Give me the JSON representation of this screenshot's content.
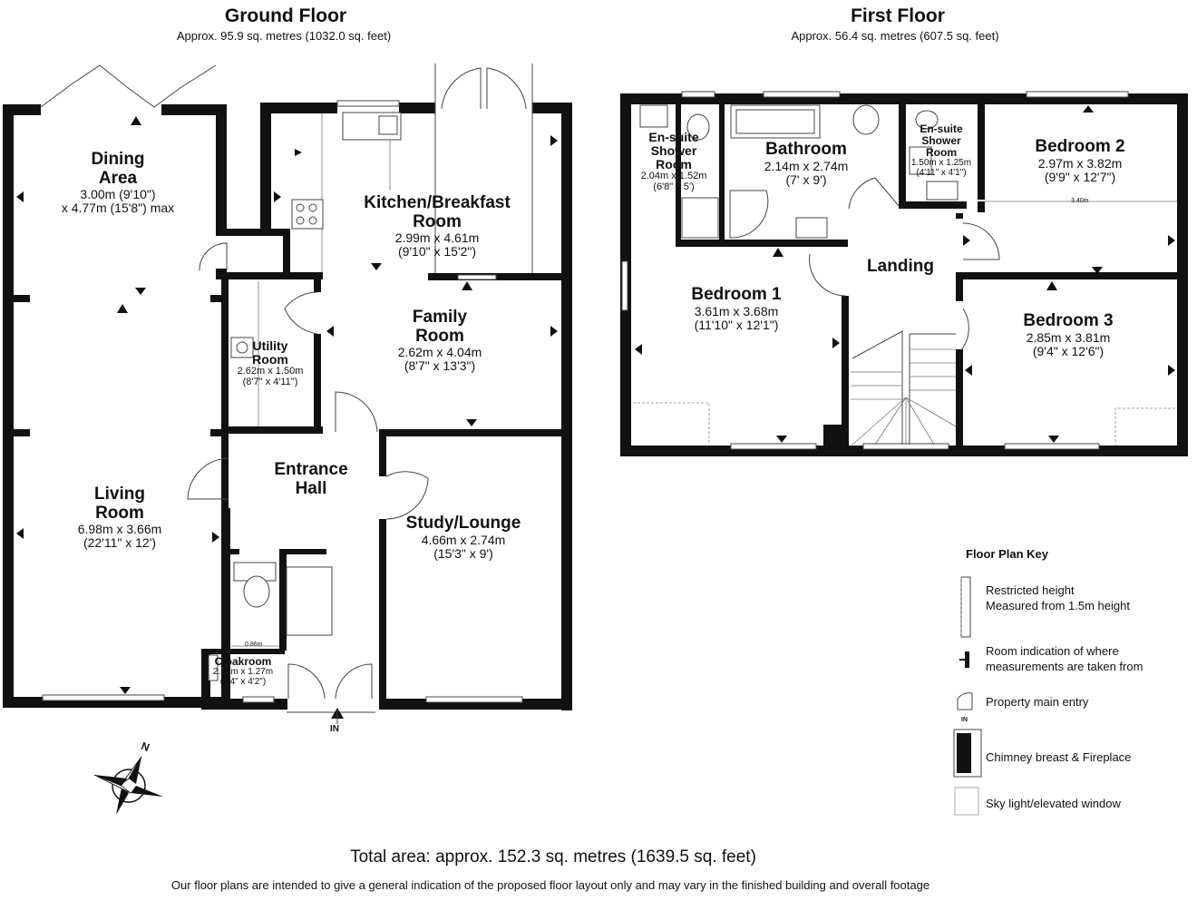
{
  "ground_floor": {
    "title": "Ground Floor",
    "area": "Approx. 95.9 sq. metres (1032.0 sq. feet)",
    "rooms": [
      {
        "name_l1": "Dining",
        "name_l2": "Area",
        "dim_l1": "3.00m (9'10\")",
        "dim_l2": "x 4.77m (15'8\") max"
      },
      {
        "name_l1": "Kitchen/Breakfast",
        "name_l2": "Room",
        "dim_l1": "2.99m x 4.61m",
        "dim_l2": "(9'10\" x 15'2\")"
      },
      {
        "name_l1": "Family",
        "name_l2": "Room",
        "dim_l1": "2.62m x 4.04m",
        "dim_l2": "(8'7\" x 13'3\")"
      },
      {
        "name_l1": "Utility",
        "name_l2": "Room",
        "dim_l1": "2.62m x 1.50m",
        "dim_l2": "(8'7\" x 4'11\")"
      },
      {
        "name_l1": "Entrance",
        "name_l2": "Hall"
      },
      {
        "name_l1": "Living",
        "name_l2": "Room",
        "dim_l1": "6.98m x 3.66m",
        "dim_l2": "(22'11\" x 12')"
      },
      {
        "name_l1": "Study/Lounge",
        "dim_l1": "4.66m x 2.74m",
        "dim_l2": "(15'3\" x 9')"
      },
      {
        "name_l1": "Cloakroom",
        "dim_l1": "2.24m x 1.27m",
        "dim_l2": "(7'4\" x 4'2\")"
      }
    ],
    "cloak_measure": "0.86m",
    "entry_label": "IN"
  },
  "first_floor": {
    "title": "First Floor",
    "area": "Approx. 56.4 sq. metres (607.5 sq. feet)",
    "rooms": [
      {
        "name_l1": "En-suite",
        "name_l2": "Shower",
        "name_l3": "Room",
        "dim_l1": "2.04m x 1.52m",
        "dim_l2": "(6'8\" x 5')"
      },
      {
        "name_l1": "Bathroom",
        "dim_l1": "2.14m x 2.74m",
        "dim_l2": "(7' x 9')"
      },
      {
        "name_l1": "En-suite",
        "name_l2": "Shower",
        "name_l3": "Room",
        "dim_l1": "1.50m x 1.25m",
        "dim_l2": "(4'11\" x 4'1\")"
      },
      {
        "name_l1": "Bedroom 2",
        "dim_l1": "2.97m x 3.82m",
        "dim_l2": "(9'9\" x 12'7\")"
      },
      {
        "name_l1": "Bedroom 1",
        "dim_l1": "3.61m x 3.68m",
        "dim_l2": "(11'10\" x 12'1\")"
      },
      {
        "name_l1": "Landing"
      },
      {
        "name_l1": "Bedroom 3",
        "dim_l1": "2.85m x 3.81m",
        "dim_l2": "(9'4\" x 12'6\")"
      }
    ],
    "bed2_measure": "3.40m"
  },
  "key": {
    "title": "Floor Plan Key",
    "items": [
      {
        "icon": "restricted-height-icon",
        "l1": "Restricted height",
        "l2": "Measured from 1.5m height"
      },
      {
        "icon": "room-indication-icon",
        "l1": "Room indication of where",
        "l2": "measurements are taken from"
      },
      {
        "icon": "main-entry-icon",
        "l1": "Property main entry",
        "l2": "",
        "sub": "IN"
      },
      {
        "icon": "chimney-breast-icon",
        "l1": "Chimney breast & Fireplace",
        "l2": ""
      },
      {
        "icon": "sky-light-icon",
        "l1": "Sky light/elevated window",
        "l2": ""
      }
    ]
  },
  "compass_label": "N",
  "total_area": "Total area: approx. 152.3 sq. metres (1639.5 sq. feet)",
  "disclaimer": "Our floor plans are intended to give a general indication of the proposed floor layout only and may vary in the finished building and overall footage",
  "colors": {
    "wall": "#111111",
    "line": "#444444",
    "background": "#ffffff"
  }
}
